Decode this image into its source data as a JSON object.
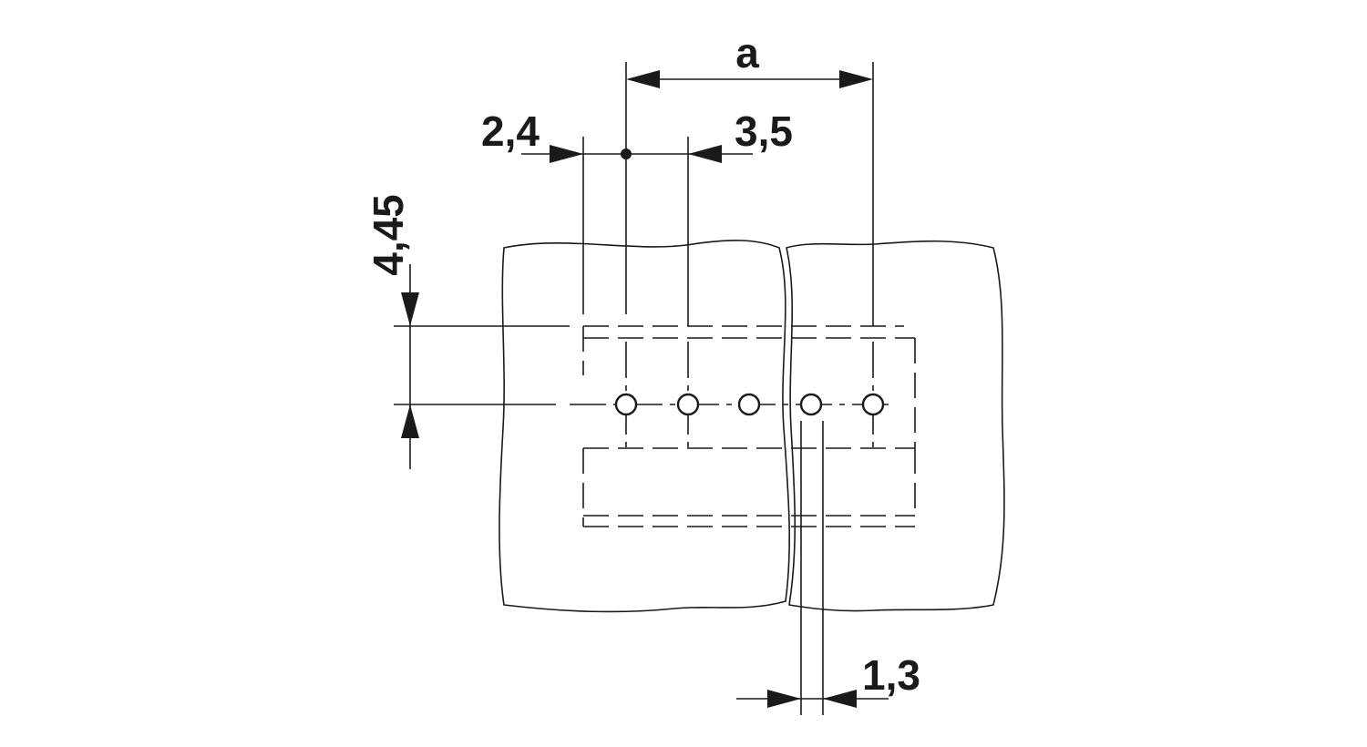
{
  "dimensions": {
    "a": "a",
    "pin_offset": "2,4",
    "pitch": "3,5",
    "row_offset": "4,45",
    "gap": "1,3"
  },
  "colors": {
    "line": "#1a1a1a",
    "background": "#ffffff"
  }
}
